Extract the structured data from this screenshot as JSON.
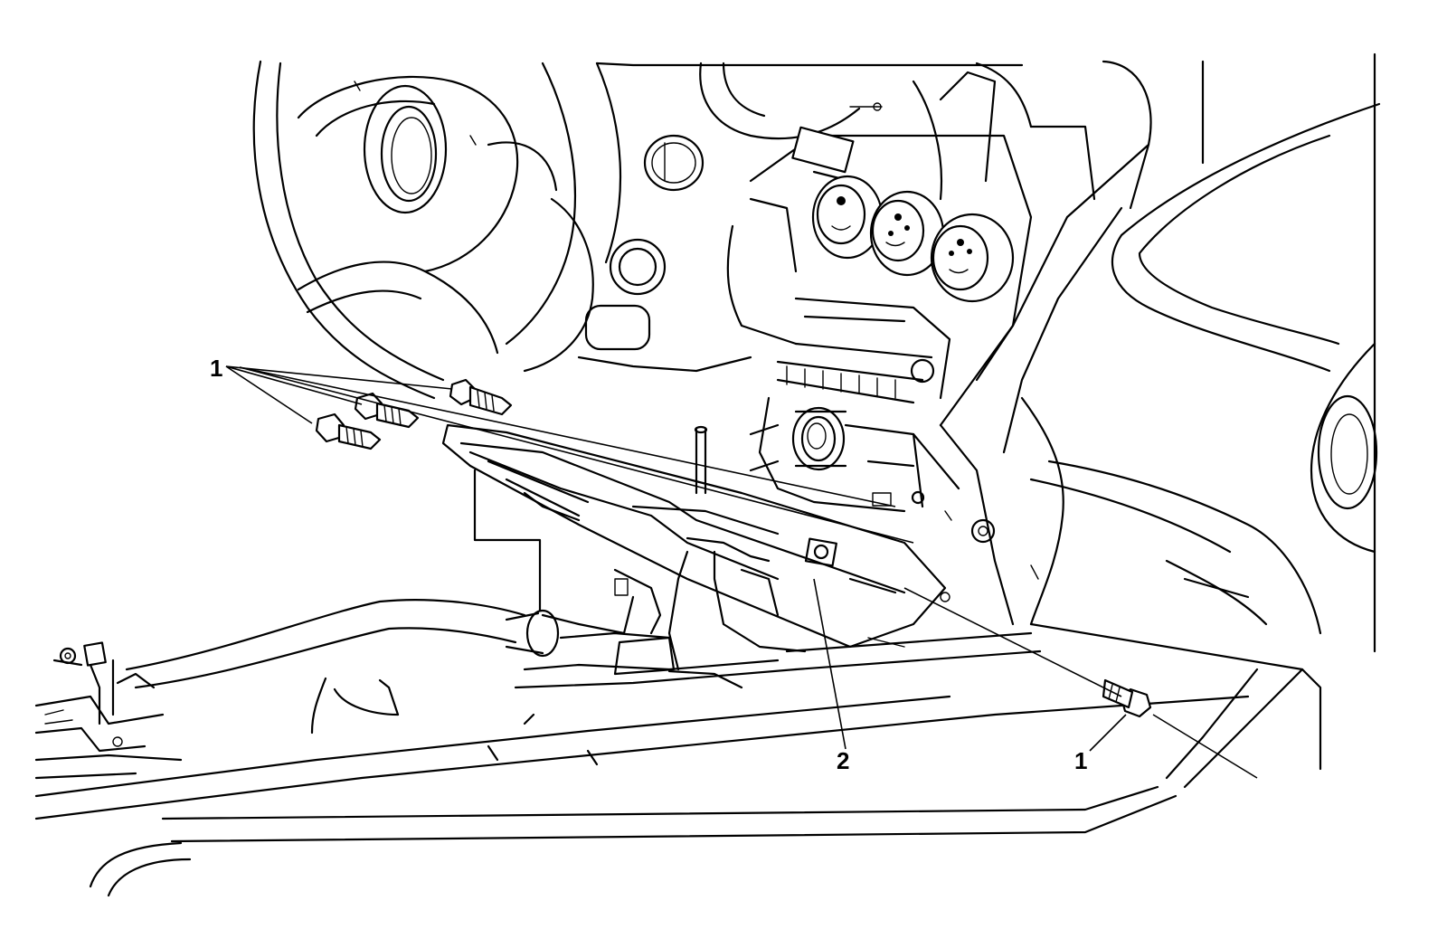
{
  "callouts": [
    {
      "id": "callout-1-upper",
      "label": "1"
    },
    {
      "id": "callout-2",
      "label": "2"
    },
    {
      "id": "callout-1-lower",
      "label": "1"
    }
  ]
}
